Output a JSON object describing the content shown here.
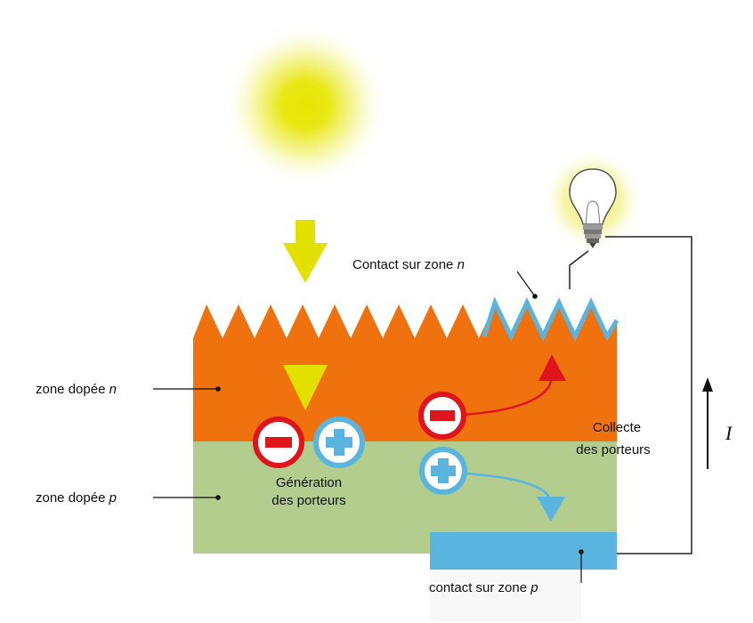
{
  "labels": {
    "zone_n": "zone dopée",
    "zone_n_letter": "n",
    "zone_p": "zone dopée",
    "zone_p_letter": "p",
    "contact_n": "Contact sur zone",
    "contact_n_letter": "n",
    "contact_p": "contact sur zone",
    "contact_p_letter": "p",
    "generation_line1": "Génération",
    "generation_line2": "des porteurs",
    "collecte_line1": "Collecte",
    "collecte_line2": "des porteurs",
    "current": "I"
  },
  "colors": {
    "n_layer": "#f0720f",
    "p_layer": "#b2cd8e",
    "contact": "#5ab4e0",
    "sun": "#e8e400",
    "arrow_yellow": "#e3e000",
    "electron": "#e0141b",
    "hole": "#5ab4e0"
  },
  "icons": [
    "sun-icon",
    "light-bulb-icon",
    "electron-icon",
    "hole-icon",
    "photon-arrow-icon",
    "current-arrow-icon"
  ]
}
